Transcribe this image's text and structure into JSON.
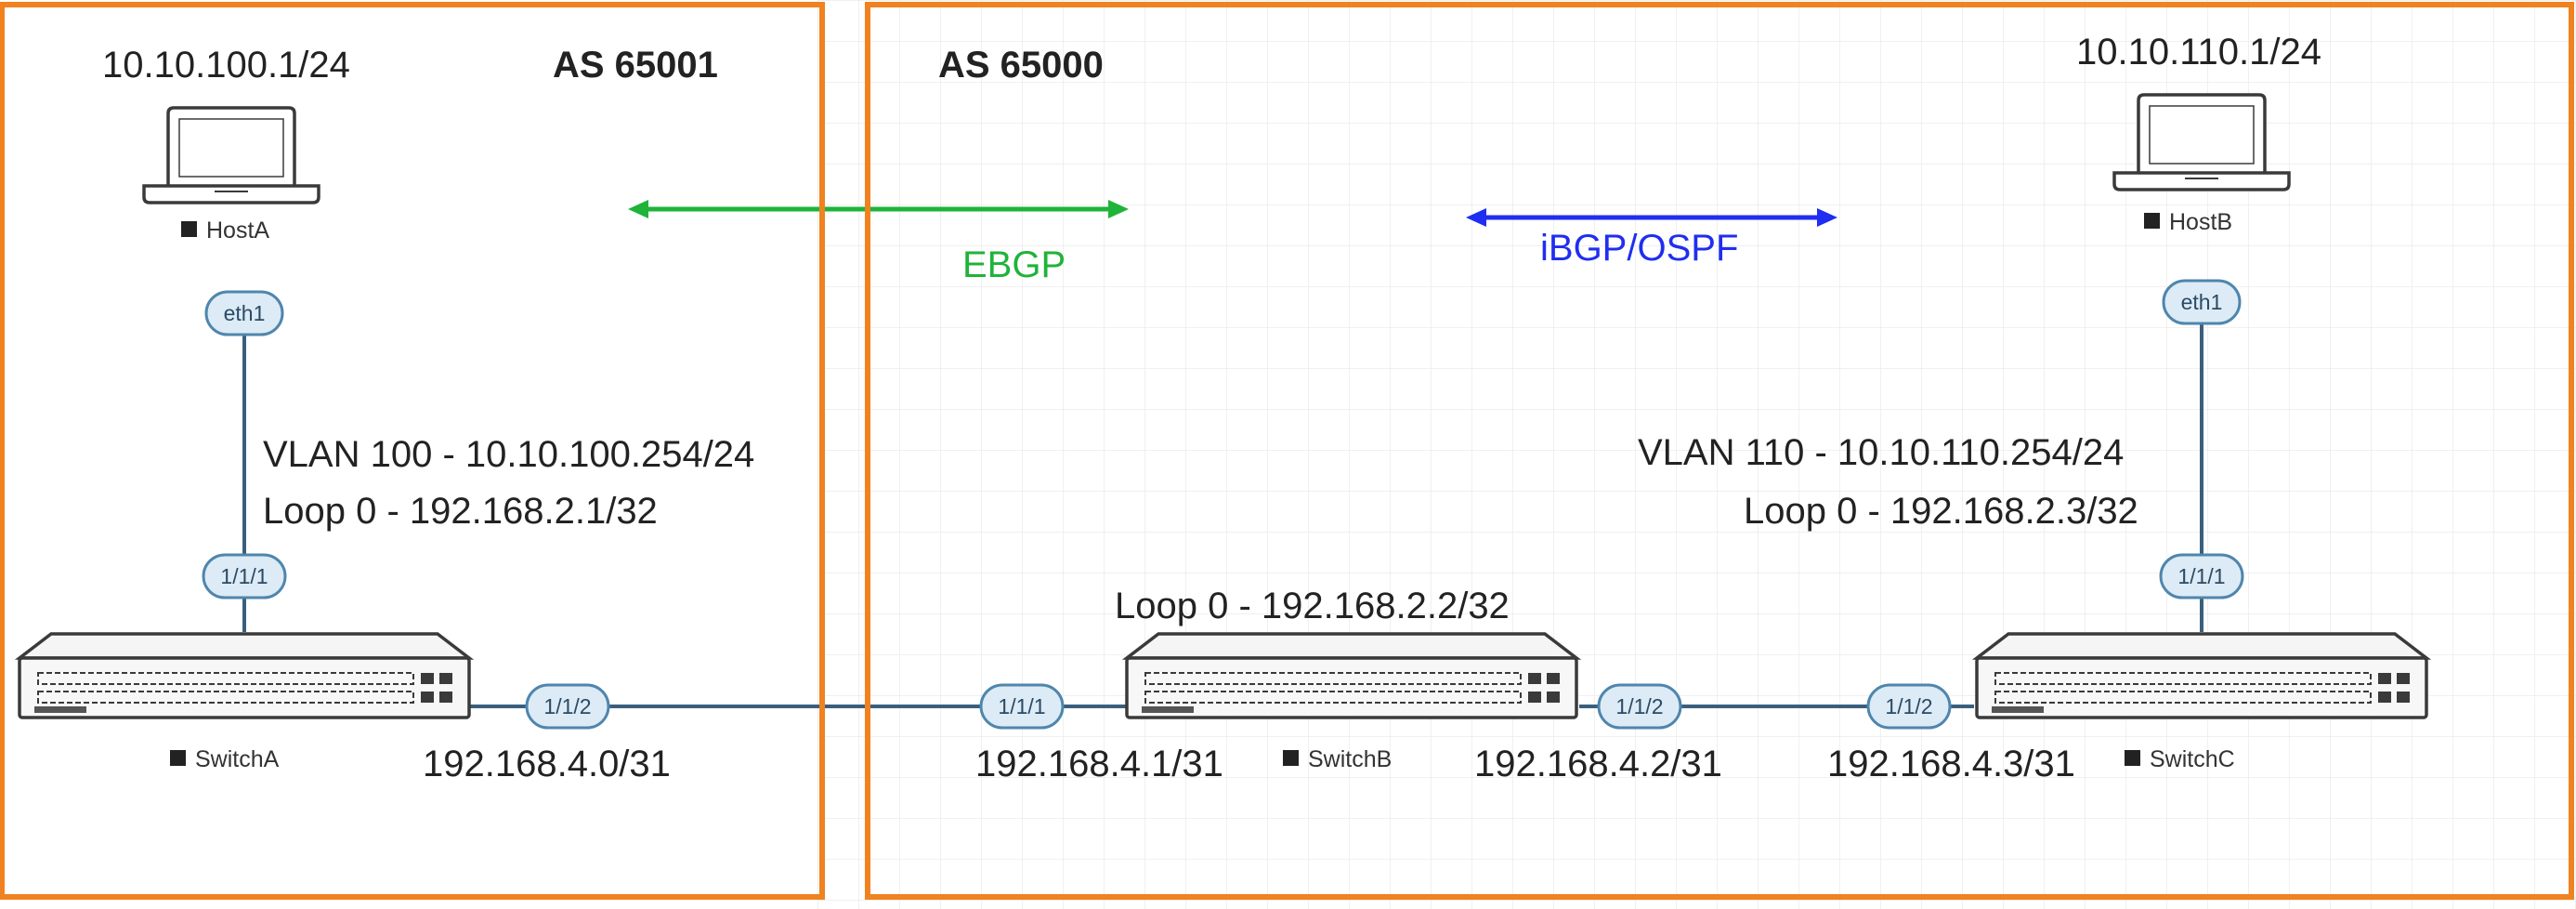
{
  "colors": {
    "as_border": "#f08220",
    "ebgp": "#1fb33a",
    "ibgp": "#1f2ef0",
    "link": "#3a5f7d",
    "iface_fill": "#dcebf5",
    "iface_stroke": "#4f86ad"
  },
  "as_left": {
    "label": "AS 65001"
  },
  "as_right": {
    "label": "AS 65000"
  },
  "host_a": {
    "icon": "laptop-icon",
    "name": "HostA",
    "ip": "10.10.100.1/24",
    "port": "eth1"
  },
  "host_b": {
    "icon": "laptop-icon",
    "name": "HostB",
    "ip": "10.10.110.1/24",
    "port": "eth1"
  },
  "switch_a": {
    "icon": "switch-icon",
    "name": "SwitchA",
    "vlan": "VLAN 100 - 10.10.100.254/24",
    "loop": "Loop 0 - 192.168.2.1/32",
    "port_host": "1/1/1",
    "port_uplink": "1/1/2",
    "uplink_ip": "192.168.4.0/31"
  },
  "switch_b": {
    "icon": "switch-icon",
    "name": "SwitchB",
    "loop": "Loop 0 - 192.168.2.2/32",
    "port_left": "1/1/1",
    "port_right": "1/1/2",
    "left_ip": "192.168.4.1/31",
    "right_ip": "192.168.4.2/31"
  },
  "switch_c": {
    "icon": "switch-icon",
    "name": "SwitchC",
    "vlan": "VLAN 110 - 10.10.110.254/24",
    "loop": "Loop 0 - 192.168.2.3/32",
    "port_host": "1/1/1",
    "port_left": "1/1/2",
    "left_ip": "192.168.4.3/31"
  },
  "protocols": {
    "ebgp": "EBGP",
    "ibgp": "iBGP/OSPF"
  }
}
